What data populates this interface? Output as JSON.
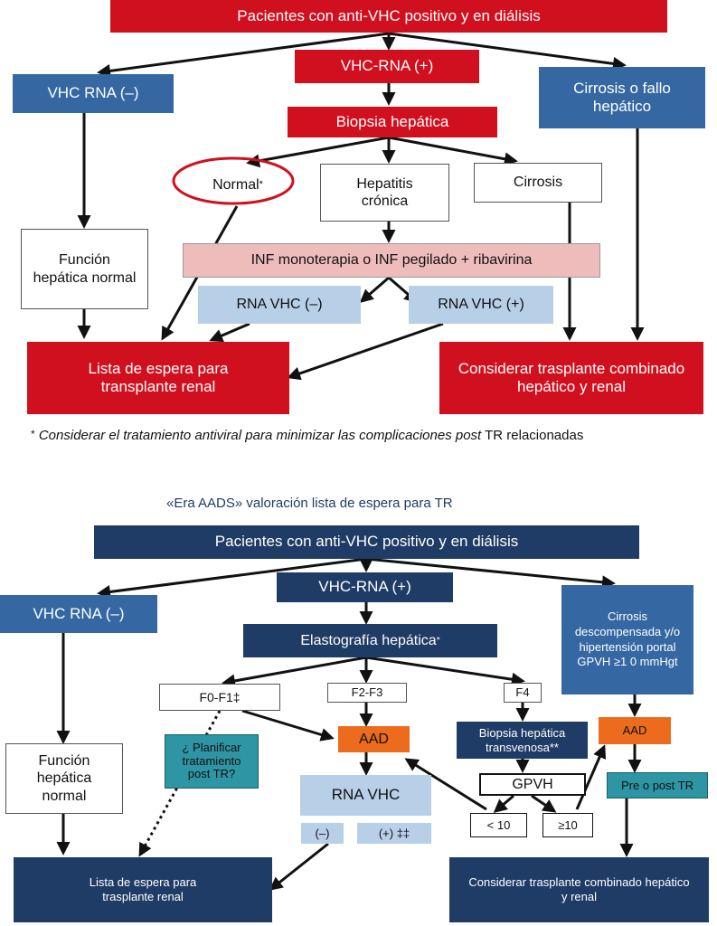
{
  "top": {
    "header": "Pacientes con anti-VHC positivo y en diálisis",
    "rna_pos": "VHC-RNA (+)",
    "rna_neg": "VHC RNA (–)",
    "cirrosis_fallo": "Cirrosis o fallo hepático",
    "biopsia": "Biopsia hepática",
    "normal": "Normal",
    "normal_mark": "*",
    "hepatitis": "Hepatitis crónica",
    "cirrosis": "Cirrosis",
    "funcion": "Función hepática normal",
    "inf": "INF monoterapia o INF pegilado + ribavirina",
    "rna_vhc_neg": "RNA VHC (–)",
    "rna_vhc_pos": "RNA VHC (+)",
    "lista": "Lista de espera para transplante renal",
    "considerar": "Considerar trasplante combinado hepático y renal",
    "footnote_mark": "*",
    "footnote_text": "Considerar el tratamiento antiviral para minimizar las  complicaciones post",
    "footnote_end": " TR relacionadas"
  },
  "bottom": {
    "subtitle": "«Era AADS» valoración lista de espera para TR",
    "header": "Pacientes con anti-VHC positivo y en diálisis",
    "rna_pos": "VHC-RNA (+)",
    "rna_neg": "VHC RNA (–)",
    "cirrosis_desc": "Cirrosis descompensada y/o hipertensión portal GPVH ≥1 0 mmHgt",
    "elasto": "Elastografía hepática",
    "elasto_mark": "*",
    "f0f1": "F0-F1‡",
    "f2f3": "F2-F3",
    "f4": "F4",
    "aad_center": "AAD",
    "aad_right": "AAD",
    "biopsia_trans": "Biopsia hepática transvenosa**",
    "planificar": "¿ Planificar tratamiento post TR?",
    "funcion": "Función hepática normal",
    "rna_vhc": "RNA VHC",
    "gpvh": "GPVH",
    "lt10": "< 10",
    "ge10": "≥10",
    "pre_post": "Pre o post TR",
    "neg": "(–)",
    "pos": "(+) ‡‡",
    "lista": "Lista de espera para trasplante renal",
    "considerar": "Considerar trasplante combinado hepático y renal"
  },
  "colors": {
    "red": "#d0101f",
    "blue": "#3567a3",
    "navy": "#1f3c66",
    "orange": "#ec6b1c",
    "teal": "#2e95a4",
    "light_blue": "#b8cfe8",
    "pink": "#efbcbc",
    "ellipse": "#d0101f"
  }
}
